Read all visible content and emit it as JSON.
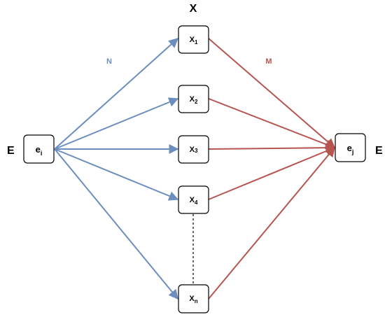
{
  "labels": {
    "set_x": "X",
    "set_e_left": "E",
    "set_e_right": "E",
    "edge_n": "N",
    "edge_m": "M"
  },
  "nodes": {
    "source": {
      "base": "e",
      "sub": "i"
    },
    "target": {
      "base": "e",
      "sub": "j"
    },
    "middle": [
      {
        "base": "X",
        "sub": "1"
      },
      {
        "base": "X",
        "sub": "2"
      },
      {
        "base": "X",
        "sub": "3"
      },
      {
        "base": "X",
        "sub": "4"
      },
      {
        "base": "X",
        "sub": "n"
      }
    ]
  },
  "colors": {
    "n_edges": "#6c8ebf",
    "m_edges": "#b85450",
    "node_border": "#000000"
  }
}
